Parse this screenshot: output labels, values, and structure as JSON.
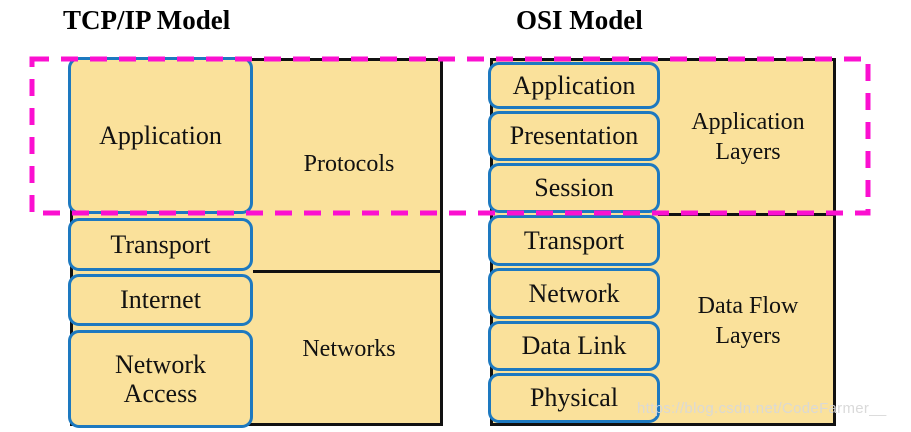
{
  "diagram": {
    "tcpip": {
      "title": "TCP/IP Model",
      "layers": [
        "Application",
        "Transport",
        "Internet",
        "Network Access"
      ],
      "groups": [
        "Protocols",
        "Networks"
      ]
    },
    "osi": {
      "title": "OSI Model",
      "layers": [
        "Application",
        "Presentation",
        "Session",
        "Transport",
        "Network",
        "Data Link",
        "Physical"
      ],
      "groups": [
        "Application Layers",
        "Data Flow Layers"
      ]
    },
    "colors": {
      "layer_fill": "#fae19b",
      "layer_border_blue": "#1d79c0",
      "outline_black": "#111111",
      "highlight_magenta": "#fb10d0",
      "watermark_gray": "#d8d8d8"
    },
    "watermark": "https://blog.csdn.net/CodeFarmer__"
  }
}
